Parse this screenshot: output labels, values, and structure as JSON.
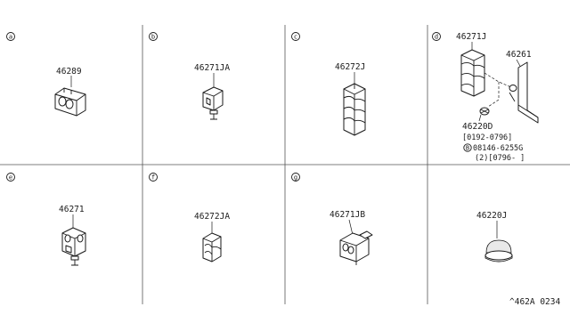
{
  "panels": [
    {
      "letter": "a",
      "part": "46289"
    },
    {
      "letter": "b",
      "part": "46271JA"
    },
    {
      "letter": "c",
      "part": "46272J"
    },
    {
      "letter": "d",
      "parts": [
        "46271J",
        "46261",
        "46220D"
      ],
      "notes": [
        "[0192-0796]",
        "08146-6255G",
        "(2)[0796-    ]"
      ],
      "bolt_letter": "B"
    },
    {
      "letter": "e",
      "part": "46271"
    },
    {
      "letter": "f",
      "part": "46272JA"
    },
    {
      "letter": "g",
      "part": "46271JB"
    },
    {
      "letter": "",
      "part": "46220J"
    }
  ],
  "diagram_code": "^462A 0234"
}
